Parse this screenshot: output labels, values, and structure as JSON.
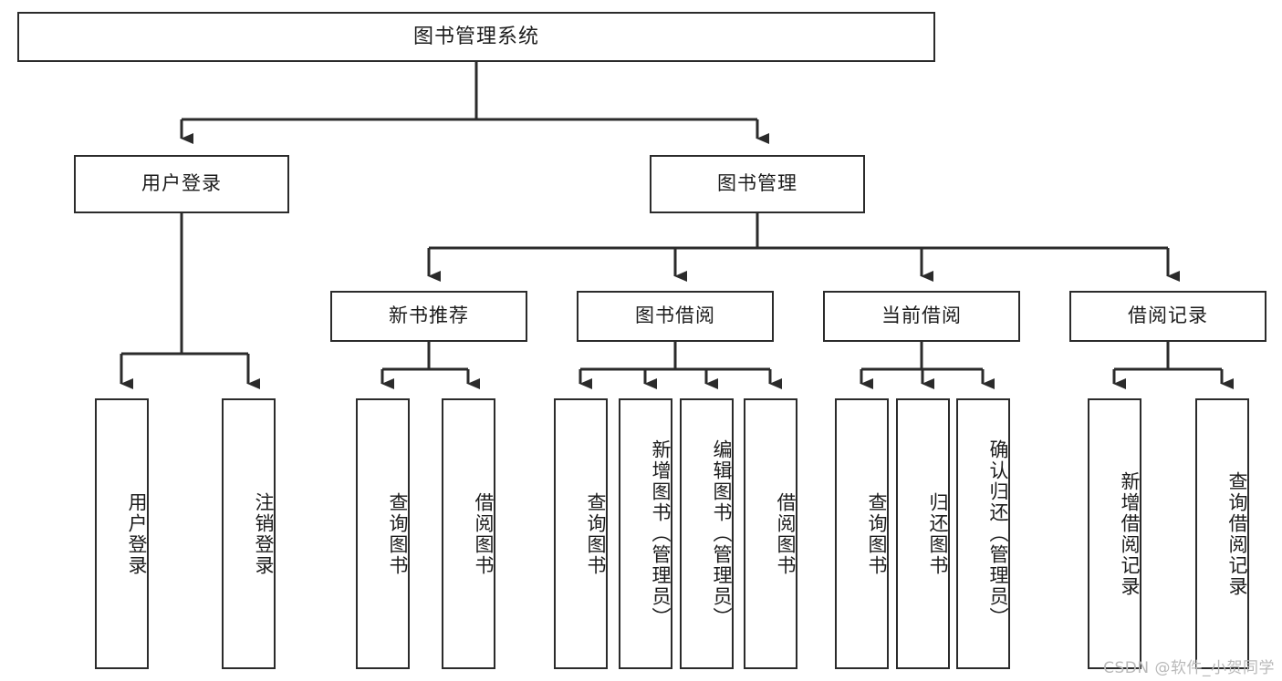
{
  "diagram": {
    "title": "图书管理系统",
    "type": "tree-structure-chart",
    "colors": {
      "box_border": "#2b2b2b",
      "box_fill": "#ffffff",
      "connector": "#2b2b2b",
      "background": "#ffffff",
      "watermark": "#b9b9b9"
    },
    "nodes": {
      "root": {
        "label": "图书管理系统"
      },
      "level2": {
        "user_login": {
          "label": "用户登录"
        },
        "book_management": {
          "label": "图书管理"
        }
      },
      "level3": {
        "new_book_recommend": {
          "label": "新书推荐"
        },
        "book_borrow": {
          "label": "图书借阅"
        },
        "current_borrow": {
          "label": "当前借阅"
        },
        "borrow_record": {
          "label": "借阅记录"
        }
      },
      "leaves": {
        "user_login": [
          {
            "label": "用户登录"
          },
          {
            "label": "注销登录"
          }
        ],
        "new_book_recommend": [
          {
            "label": "查询图书"
          },
          {
            "label": "借阅图书"
          }
        ],
        "book_borrow": [
          {
            "label": "查询图书"
          },
          {
            "label": "新增图书（管理员）"
          },
          {
            "label": "编辑图书（管理员）"
          },
          {
            "label": "借阅图书"
          }
        ],
        "current_borrow": [
          {
            "label": "查询图书"
          },
          {
            "label": "归还图书"
          },
          {
            "label": "确认归还（管理员）"
          }
        ],
        "borrow_record": [
          {
            "label": "新增借阅记录"
          },
          {
            "label": "查询借阅记录"
          }
        ]
      }
    }
  },
  "watermark": {
    "text": "CSDN @软件_小贺同学"
  }
}
